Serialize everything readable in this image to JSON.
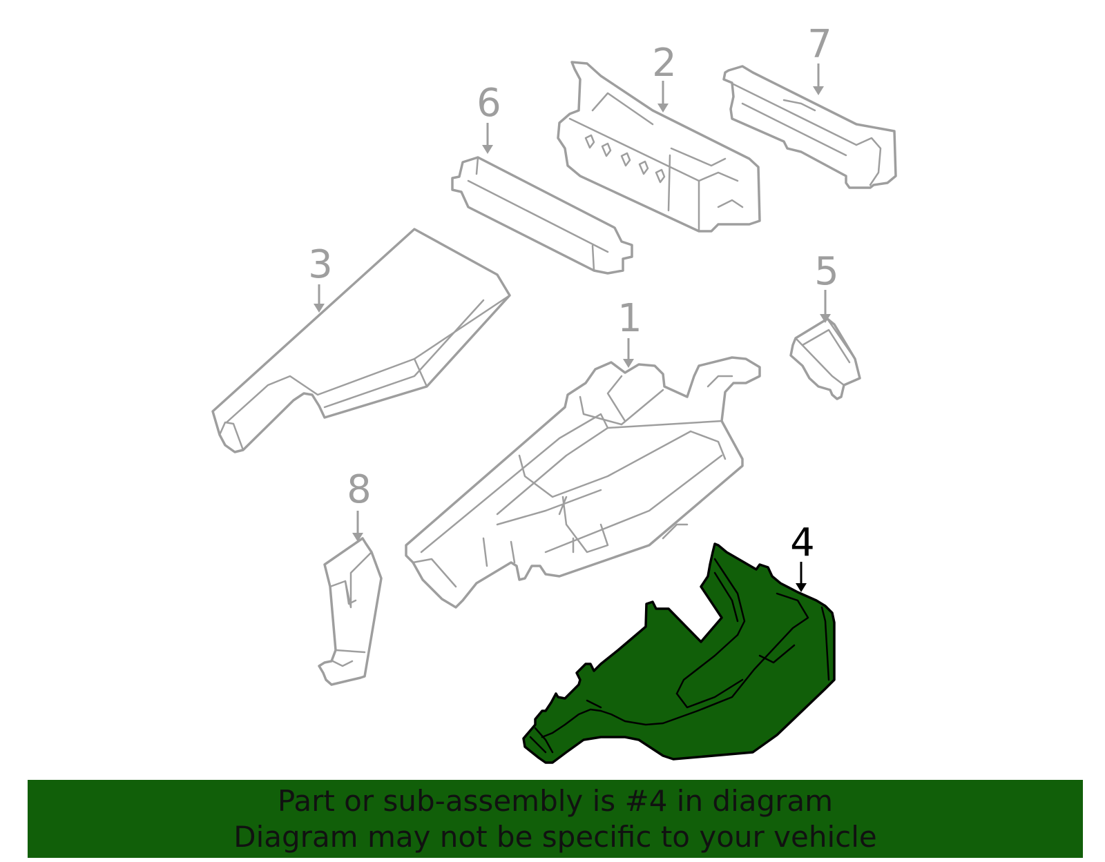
{
  "callouts": [
    {
      "id": "1",
      "label": "1"
    },
    {
      "id": "2",
      "label": "2"
    },
    {
      "id": "3",
      "label": "3"
    },
    {
      "id": "4",
      "label": "4"
    },
    {
      "id": "5",
      "label": "5"
    },
    {
      "id": "6",
      "label": "6"
    },
    {
      "id": "7",
      "label": "7"
    },
    {
      "id": "8",
      "label": "8"
    }
  ],
  "highlighted_part": "4",
  "colors": {
    "highlight": "#115f09",
    "outline": "#9e9e9e",
    "banner": "#115f09"
  },
  "banner": {
    "line1": "Part or sub-assembly is #4 in diagram",
    "line2": "Diagram may not be specific to your vehicle"
  }
}
